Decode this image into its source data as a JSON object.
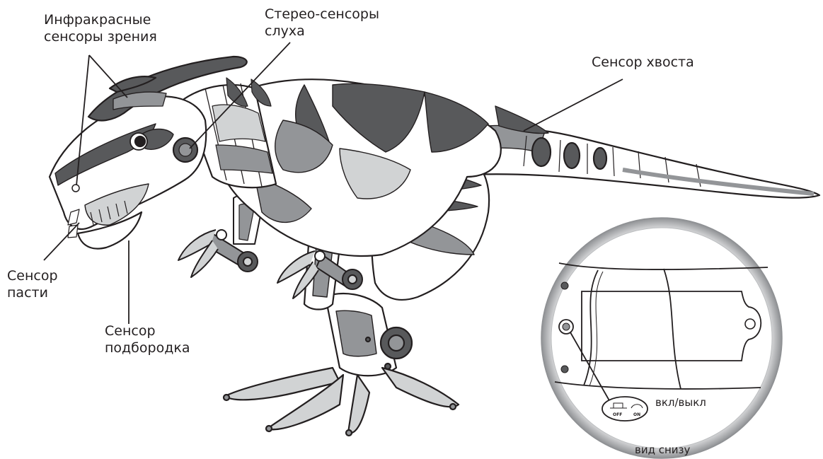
{
  "labels": {
    "ir_sensors": [
      "Инфракрасные",
      "сенсоры зрения"
    ],
    "stereo_sensors": [
      "Стерео-сенсоры",
      "слуха"
    ],
    "tail_sensor": "Сенсор хвоста",
    "mouth_sensor": [
      "Сенсор",
      "пасти"
    ],
    "chin_sensor": [
      "Сенсор",
      "подбородка"
    ],
    "power_switch": "вкл/выкл",
    "bottom_view": "вид снизу"
  },
  "switch_marks": {
    "off": "OFF",
    "on": "ON"
  },
  "colors": {
    "dark": "#58595b",
    "mid": "#939598",
    "light": "#d1d3d4",
    "outline": "#231f20"
  }
}
